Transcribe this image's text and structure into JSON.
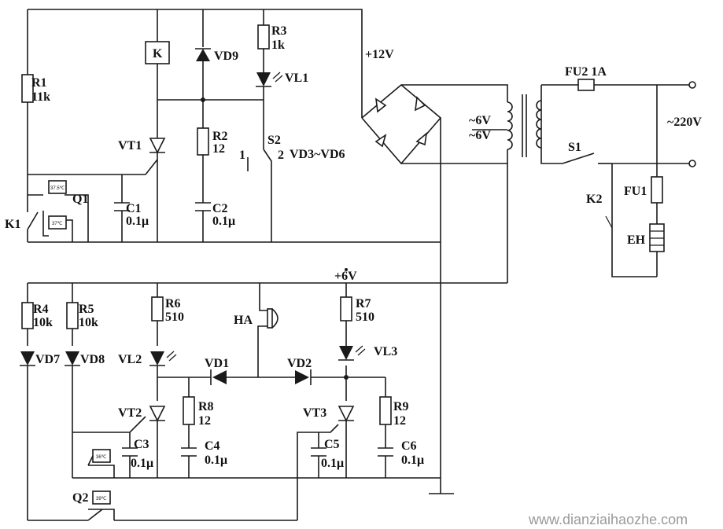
{
  "labels": {
    "R1": "R1",
    "R1v": "11k",
    "K": "K",
    "VD9": "VD9",
    "R3": "R3",
    "R3v": "1k",
    "VL1": "VL1",
    "plus12": "+12V",
    "R2": "R2",
    "R2v": "12",
    "VT1": "VT1",
    "S2": "S2",
    "S2a": "1",
    "S2b": "2",
    "vd36": "VD3~VD6",
    "ac6a": "~6V",
    "ac6b": "~6V",
    "FU2": "FU2 1A",
    "ac220": "~220V",
    "S1": "S1",
    "K2": "K2",
    "FU1": "FU1",
    "EH": "EH",
    "K1": "K1",
    "Q1": "Q1",
    "C1": "C1",
    "C1v": "0.1μ",
    "C2": "C2",
    "C2v": "0.1μ",
    "t375": "37.5℃",
    "t37": "37℃",
    "plus6": "+6V",
    "R4": "R4",
    "R4v": "10k",
    "R5": "R5",
    "R5v": "10k",
    "R6": "R6",
    "R6v": "510",
    "HA": "HA",
    "R7": "R7",
    "R7v": "510",
    "VD7": "VD7",
    "VD8": "VD8",
    "VL2": "VL2",
    "VD1": "VD1",
    "VD2": "VD2",
    "VL3": "VL3",
    "VT2": "VT2",
    "R8": "R8",
    "R8v": "12",
    "VT3": "VT3",
    "R9": "R9",
    "R9v": "12",
    "C3": "C3",
    "C3v": "0.1μ",
    "C4": "C4",
    "C4v": "0.1μ",
    "C5": "C5",
    "C5v": "0.1μ",
    "C6": "C6",
    "C6v": "0.1μ",
    "t36": "36℃",
    "t39": "39℃",
    "Q2": "Q2",
    "watermark": "www.dianziaihaozhe.com"
  }
}
